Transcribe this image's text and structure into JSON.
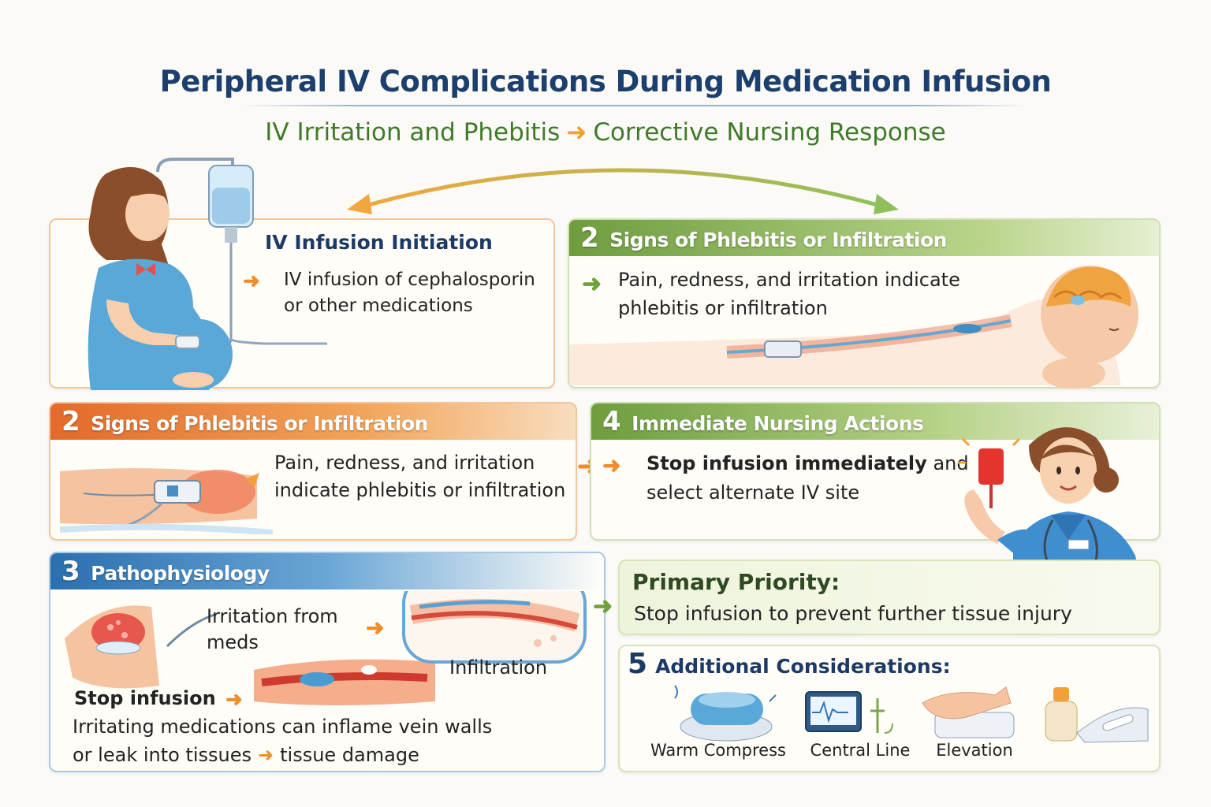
{
  "title": "Peripheral IV Complications During Medication Infusion",
  "subtitle": {
    "left": "IV Irritation and Phebitis",
    "right": "Corrective Nursing Response"
  },
  "panel_initiation": {
    "heading": "IV Infusion Initiation",
    "text": "IV infusion of cephalosporin or other medications"
  },
  "panel_signs_top": {
    "number": "2",
    "heading": "Signs of Phlebitis or Infiltration",
    "text": "Pain, redness, and irritation indicate phlebitis or infiltration"
  },
  "panel_signs_mid": {
    "number": "2",
    "heading": "Signs of Phlebitis or Infiltration",
    "text": "Pain, redness, and irritation indicate phlebitis or infiltration"
  },
  "panel_actions": {
    "number": "4",
    "heading": "Immediate Nursing Actions",
    "text_bold": "Stop infusion immediately",
    "text_rest": "and select alternate IV site"
  },
  "panel_patho": {
    "number": "3",
    "heading": "Pathophysiology",
    "irritation_label": "Irritation from meds",
    "infiltration_label": "Infiltration",
    "stop_label": "Stop infusion",
    "body_line1": "Irritating medications can inflame vein walls",
    "body_line2_a": "or leak into tissues",
    "body_line2_b": "tissue damage"
  },
  "panel_priority": {
    "heading": "Primary Priority:",
    "text": "Stop infusion to prevent further tissue injury"
  },
  "panel_additional": {
    "number": "5",
    "heading": "Additional Considerations:",
    "items": [
      "Warm Compress",
      "Central Line",
      "Elevation"
    ]
  },
  "alert_glyph": "!",
  "colors": {
    "title": "#1c3f6e",
    "subtitle": "#3f7a2a",
    "orange_header": "#e8762e",
    "green_header": "#7aa54a",
    "blue_header": "#2f74b3",
    "arrow_orange": "#f08c2a",
    "arrow_green": "#6fa23a"
  }
}
